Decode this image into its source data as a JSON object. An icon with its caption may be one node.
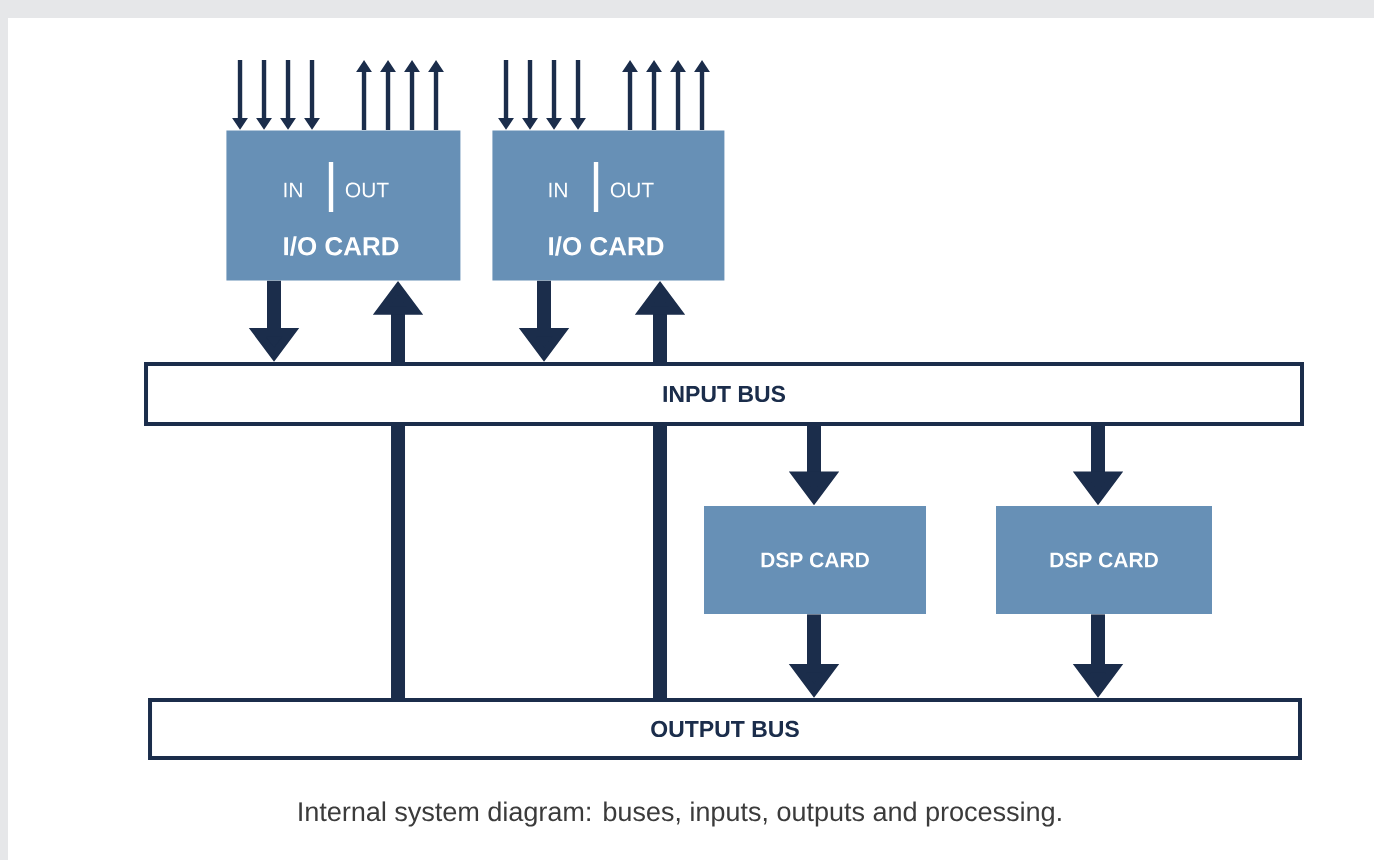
{
  "diagram": {
    "caption": "Internal system diagram: buses, inputs, outputs and processing.",
    "nodes": [
      {
        "text": [
          "IN",
          "OUT",
          "I/O CARD"
        ]
      },
      {
        "text": [
          "IN",
          "OUT",
          "I/O CARD"
        ]
      },
      {
        "text": [
          "INPUT BUS"
        ]
      },
      {
        "text": [
          "DSP CARD"
        ]
      },
      {
        "text": [
          "DSP CARD"
        ]
      },
      {
        "text": [
          "OUTPUT BUS"
        ]
      }
    ],
    "edges": [
      {
        "from": null,
        "to": 0,
        "arrow": "to"
      },
      {
        "from": null,
        "to": 0,
        "arrow": "to"
      },
      {
        "from": null,
        "to": 0,
        "arrow": "to"
      },
      {
        "from": null,
        "to": 0,
        "arrow": "to"
      },
      {
        "from": 0,
        "to": null,
        "arrow": "to"
      },
      {
        "from": 0,
        "to": null,
        "arrow": "to"
      },
      {
        "from": 0,
        "to": null,
        "arrow": "to"
      },
      {
        "from": 0,
        "to": null,
        "arrow": "to"
      },
      {
        "from": null,
        "to": 1,
        "arrow": "to"
      },
      {
        "from": null,
        "to": 1,
        "arrow": "to"
      },
      {
        "from": null,
        "to": 1,
        "arrow": "to"
      },
      {
        "from": null,
        "to": 1,
        "arrow": "to"
      },
      {
        "from": 1,
        "to": null,
        "arrow": "to"
      },
      {
        "from": 1,
        "to": null,
        "arrow": "to"
      },
      {
        "from": 1,
        "to": null,
        "arrow": "to"
      },
      {
        "from": 1,
        "to": null,
        "arrow": "to"
      },
      {
        "from": 0,
        "to": 2,
        "arrow": "to",
        "style": "thick"
      },
      {
        "from": 2,
        "to": 0,
        "arrow": "to",
        "style": "thick"
      },
      {
        "from": 1,
        "to": 2,
        "arrow": "to",
        "style": "thick"
      },
      {
        "from": 2,
        "to": 1,
        "arrow": "to",
        "style": "thick"
      },
      {
        "from": 2,
        "to": 3,
        "arrow": "to",
        "style": "thick"
      },
      {
        "from": 2,
        "to": 4,
        "arrow": "to",
        "style": "thick"
      },
      {
        "from": 3,
        "to": 5,
        "arrow": "to",
        "style": "thick"
      },
      {
        "from": 4,
        "to": 5,
        "arrow": "to",
        "style": "thick"
      },
      {
        "from": 5,
        "to": 2,
        "arrow": "none",
        "style": "thick"
      },
      {
        "from": 5,
        "to": 2,
        "arrow": "none",
        "style": "thick"
      }
    ]
  }
}
